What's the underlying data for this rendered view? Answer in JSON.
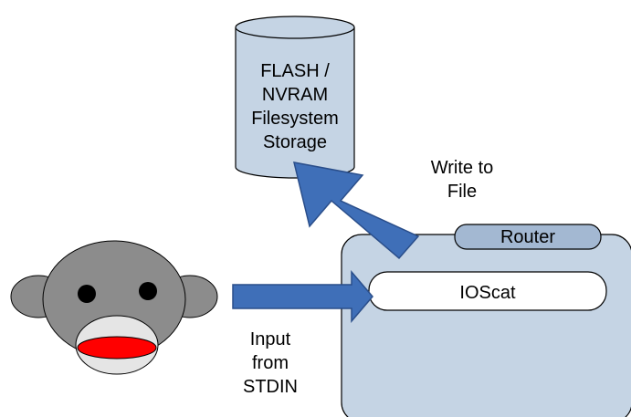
{
  "storage": {
    "lines": [
      "FLASH /",
      "NVRAM",
      "Filesystem",
      "Storage"
    ]
  },
  "router": {
    "label": "Router",
    "app_label": "IOScat"
  },
  "write_label": {
    "lines": [
      "Write to",
      "File"
    ]
  },
  "input_label": {
    "lines": [
      "Input",
      "from",
      "STDIN"
    ]
  },
  "colors": {
    "cylinder_fill": "#c5d4e4",
    "router_fill": "#c5d4e4",
    "tab_fill": "#a3b8d2",
    "arrow_fill": "#3f6fb8",
    "arrow_stroke": "#2a4e8a",
    "monkey_fill": "#8c8c8c",
    "monkey_muzzle": "#e5e5e5",
    "monkey_mouth": "#ff0000",
    "outline": "#000000"
  }
}
